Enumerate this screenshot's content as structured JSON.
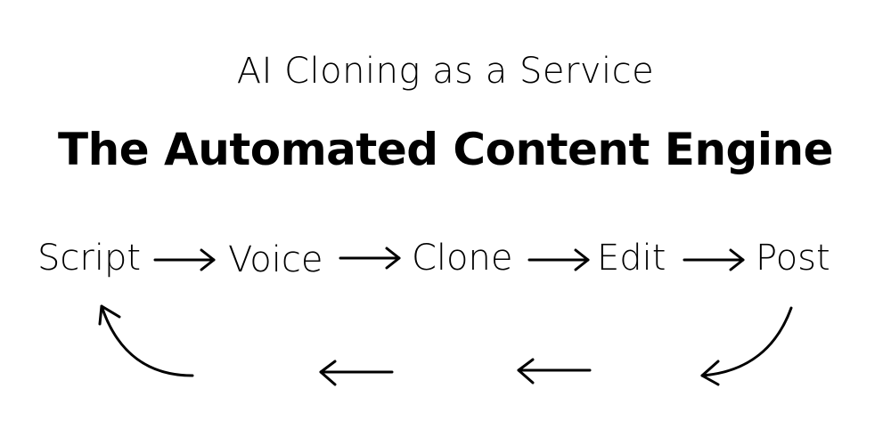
{
  "header": {
    "subtitle": "AI Cloning as a Service",
    "title": "The Automated Content Engine"
  },
  "flow": {
    "steps": [
      "Script",
      "Voice",
      "Clone",
      "Edit",
      "Post"
    ]
  }
}
